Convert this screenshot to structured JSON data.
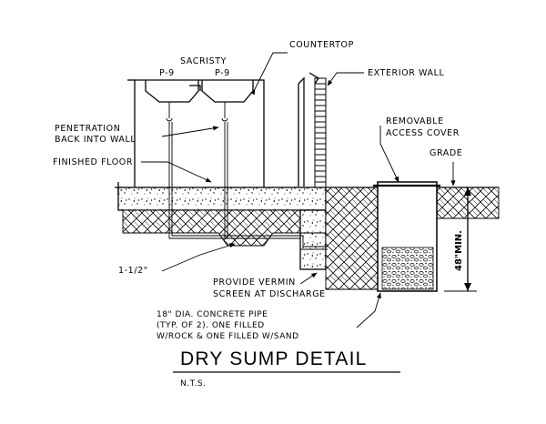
{
  "labels": {
    "countertop": "COUNTERTOP",
    "sacristy": "SACRISTY",
    "p9_left": "P-9",
    "p9_right": "P-9",
    "exterior_wall": "EXTERIOR WALL",
    "penetration_1": "PENETRATION",
    "penetration_2": "BACK INTO WALL",
    "finished_floor": "FINISHED FLOOR",
    "removable_1": "REMOVABLE",
    "removable_2": "ACCESS COVER",
    "grade": "GRADE",
    "min_depth": "48\"MIN.",
    "pipe_size": "1-1/2\"",
    "vermin_1": "PROVIDE VERMIN",
    "vermin_2": "SCREEN AT DISCHARGE",
    "concrete_1": "18\" DIA. CONCRETE PIPE",
    "concrete_2": "(TYP. OF 2). ONE FILLED",
    "concrete_3": "W/ROCK & ONE FILLED W/SAND"
  },
  "title": {
    "main": "DRY SUMP DETAIL",
    "scale": "N.T.S."
  }
}
